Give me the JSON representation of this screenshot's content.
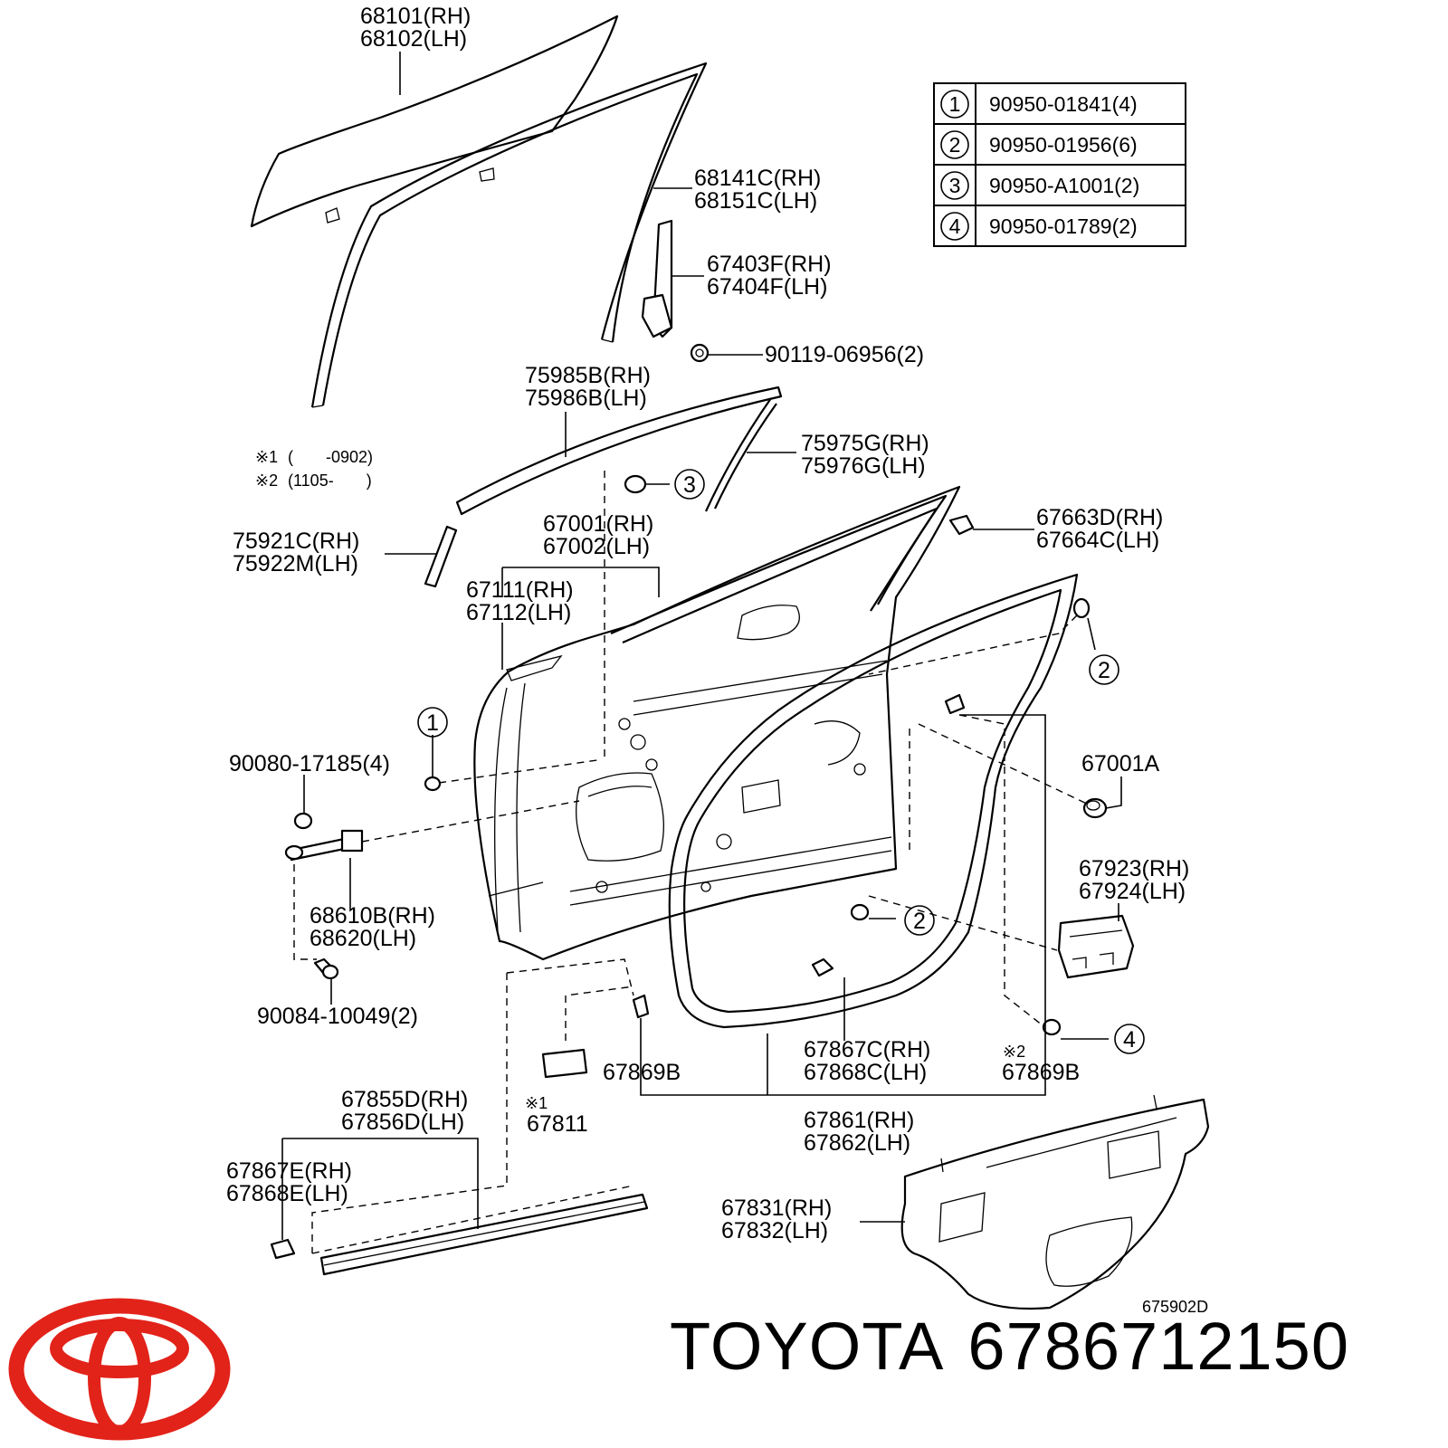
{
  "labels": {
    "p68101": "68101(RH)",
    "p68102": "68102(LH)",
    "p68141": "68141C(RH)",
    "p68151": "68151C(LH)",
    "p67403": "67403F(RH)",
    "p67404": "67404F(LH)",
    "p90119": "90119-06956(2)",
    "p75985": "75985B(RH)",
    "p75986": "75986B(LH)",
    "p75975": "75975G(RH)",
    "p75976": "75976G(LH)",
    "p67001": "67001(RH)",
    "p67002": "67002(LH)",
    "p67663": "67663D(RH)",
    "p67664": "67664C(LH)",
    "p75921": "75921C(RH)",
    "p75922": "75922M(LH)",
    "p67111": "67111(RH)",
    "p67112": "67112(LH)",
    "p90080": "90080-17185(4)",
    "p67001A": "67001A",
    "p67923": "67923(RH)",
    "p67924": "67924(LH)",
    "p68610": "68610B(RH)",
    "p68620": "68620(LH)",
    "p90084": "90084-10049(2)",
    "p67867C": "67867C(RH)",
    "p67868C": "67868C(LH)",
    "p67869B_left": "67869B",
    "p67869B_right": "67869B",
    "p67811": "67811",
    "p67855": "67855D(RH)",
    "p67856": "67856D(LH)",
    "p67861": "67861(RH)",
    "p67862": "67862(LH)",
    "p67867E": "67867E(RH)",
    "p67868E": "67868E(LH)",
    "p67831": "67831(RH)",
    "p67832": "67832(LH)",
    "diagram_code": "675902D"
  },
  "marks": {
    "note1_symbol": "※1",
    "note2_symbol": "※2",
    "note1_range": "(　　-0902)",
    "note2_range": "(1105-　　)"
  },
  "callouts": [
    "1",
    "2",
    "3",
    "4"
  ],
  "fastener_table": [
    {
      "num": "1",
      "part": "90950-01841(4)"
    },
    {
      "num": "2",
      "part": "90950-01956(6)"
    },
    {
      "num": "3",
      "part": "90950-A1001(2)"
    },
    {
      "num": "4",
      "part": "90950-01789(2)"
    }
  ],
  "footer": {
    "brand": "TOYOTA",
    "part_number": "6786712150"
  },
  "colors": {
    "logo_red": "#e2231a",
    "line": "#000000",
    "background": "#ffffff"
  },
  "icons": {
    "logo": "toyota-logo-icon"
  }
}
